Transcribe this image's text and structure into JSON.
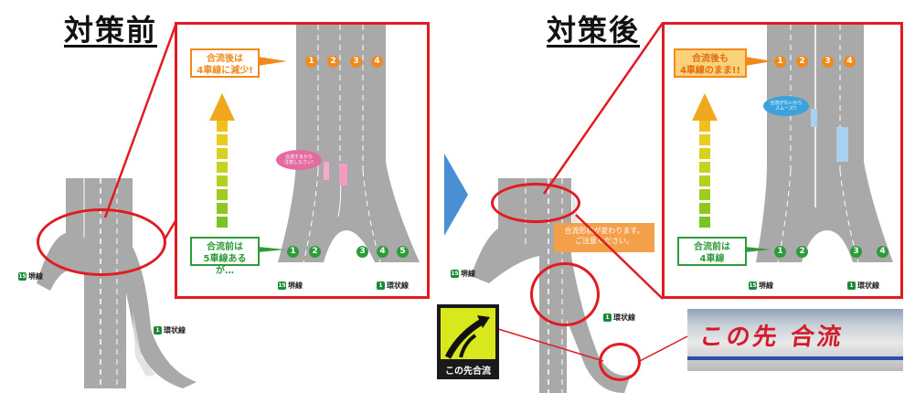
{
  "before": {
    "title": "対策前",
    "top_box": "合流後は\n4車線に減少!",
    "bottom_box": "合流前は\n5車線あるが…",
    "bubble": "合流するから\n注意しなさい!",
    "lanes_top": [
      "1",
      "2",
      "3",
      "4"
    ],
    "lanes_bottom": [
      "1",
      "2",
      "3",
      "4",
      "5"
    ],
    "road_left": "堺線",
    "road_left_num": "15",
    "road_right": "環状線",
    "road_right_num": "1",
    "overview_road_left": "堺線",
    "overview_road_right": "環状線"
  },
  "after": {
    "title": "対策後",
    "top_box": "合流後も\n4車線のまま!!",
    "bottom_box": "合流前は\n4車線",
    "bubble": "合流がないから\nスムーズ!!",
    "lanes_top": [
      "1",
      "2",
      "3",
      "4"
    ],
    "lanes_bottom": [
      "1",
      "2",
      "3",
      "4"
    ],
    "road_left": "堺線",
    "road_left_num": "15",
    "road_right": "環状線",
    "road_right_num": "1",
    "overview_road_left": "堺線",
    "overview_road_right": "環状線",
    "notice": "合流形状が変わります。\nご注意ください。",
    "sign_caption": "この先合流",
    "road_marking": "この先 合流"
  },
  "colors": {
    "frame_red": "#e01b22",
    "orange": "#f08a1c",
    "green": "#2e9b3a",
    "road_gray": "#a9a9a9",
    "arrow_blue": "#4a8fd4"
  }
}
